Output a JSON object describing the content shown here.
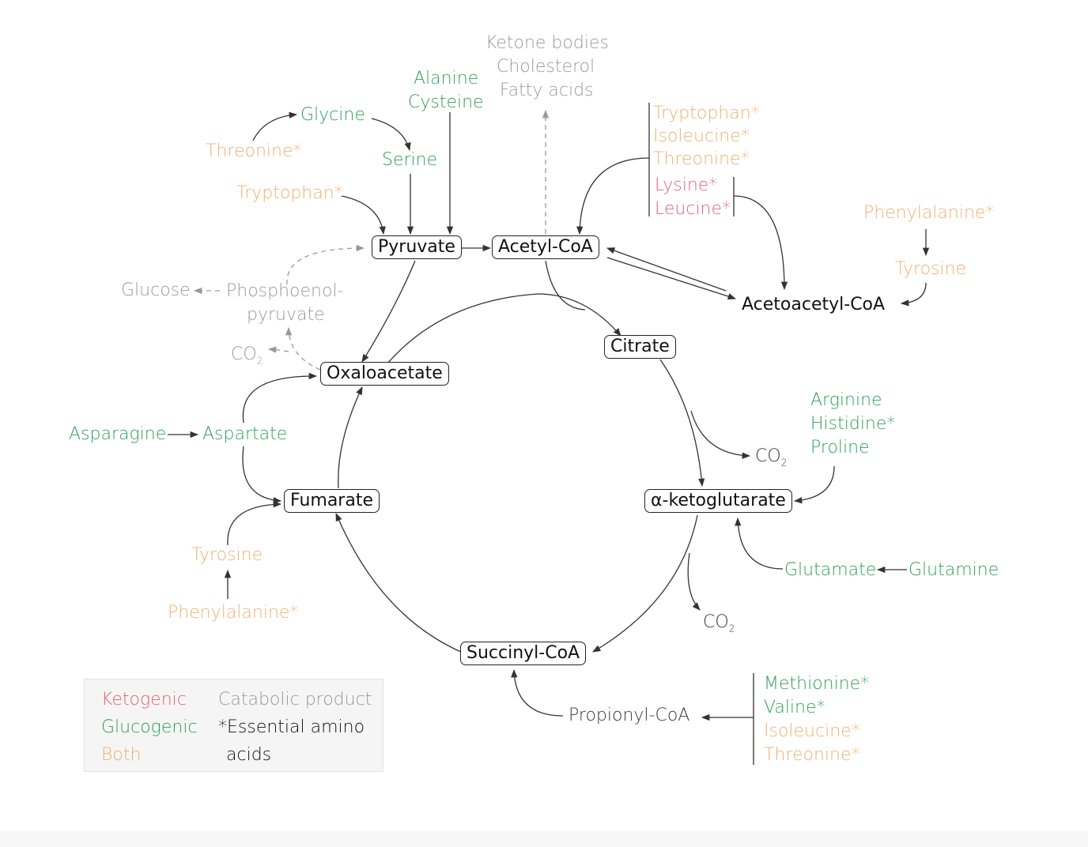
{
  "colors": {
    "ketogenic": "#e06478",
    "glucogenic": "#2f9e5c",
    "both": "#f0b070",
    "catabolic": "#9a9a9a"
  },
  "cycle": {
    "pyruvate": "Pyruvate",
    "acetyl_coa": "Acetyl-CoA",
    "oxaloacetate": "Oxaloacetate",
    "citrate": "Citrate",
    "a_ketoglutarate": "α-ketoglutarate",
    "succinyl_coa": "Succinyl-CoA",
    "fumarate": "Fumarate"
  },
  "top": {
    "catabolic_products": [
      "Ketone bodies",
      "Cholesterol",
      "Fatty acids"
    ],
    "glycine": "Glycine",
    "threonine": "Threonine*",
    "serine": "Serine",
    "alanine": "Alanine",
    "cysteine": "Cysteine",
    "tryptophan": "Tryptophan*"
  },
  "left": {
    "glucose": "Glucose",
    "pep_line1": "Phosphoenol-",
    "pep_line2": "pyruvate",
    "co2": "CO",
    "co2_sub": "2",
    "asparagine": "Asparagine",
    "aspartate": "Aspartate",
    "tyrosine": "Tyrosine",
    "phenylalanine": "Phenylalanine*"
  },
  "right": {
    "trp": "Tryptophan*",
    "ile": "Isoleucine*",
    "thr": "Threonine*",
    "lys": "Lysine*",
    "leu": "Leucine*",
    "phenylalanine": "Phenylalanine*",
    "tyrosine": "Tyrosine",
    "acetoacetyl": "Acetoacetyl-CoA",
    "co2_a": "CO",
    "co2_a_sub": "2",
    "arginine": "Arginine",
    "histidine": "Histidine*",
    "proline": "Proline",
    "glutamate": "Glutamate",
    "glutamine": "Glutamine",
    "co2_b": "CO",
    "co2_b_sub": "2"
  },
  "bottom": {
    "propionyl": "Propionyl-CoA",
    "methionine": "Methionine*",
    "valine": "Valine*",
    "isoleucine": "Isoleucine*",
    "threonine": "Threonine*"
  },
  "legend": {
    "ketogenic": "Ketogenic",
    "glucogenic": "Glucogenic",
    "both": "Both",
    "catabolic": "Catabolic product",
    "essential_line1": "*Essential amino",
    "essential_line2": "acids"
  }
}
